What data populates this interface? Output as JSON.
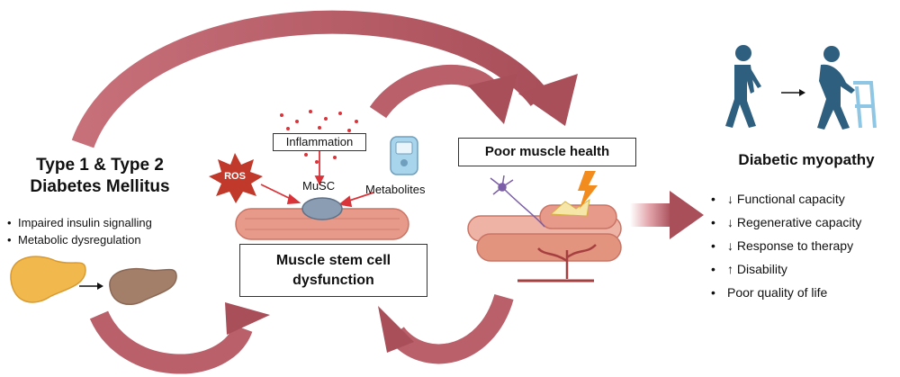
{
  "left": {
    "title_line1": "Type 1 & Type 2",
    "title_line2": "Diabetes Mellitus",
    "bullets": [
      "Impaired insulin signalling",
      "Metabolic dysregulation"
    ]
  },
  "center": {
    "inflammation": "Inflammation",
    "ros": "ROS",
    "musc": "MuSC",
    "metabolites": "Metabolites",
    "box_line1": "Muscle stem cell",
    "box_line2": "dysfunction"
  },
  "muscle": {
    "title": "Poor muscle health"
  },
  "right": {
    "title": "Diabetic myopathy",
    "bullets": [
      "↓ Functional capacity",
      "↓ Regenerative capacity",
      "↓ Response to therapy",
      "↑ Disability",
      "Poor quality of life"
    ]
  },
  "colors": {
    "arrow": "#b9606a",
    "person": "#2f5f7e",
    "walker": "#8fc6e4",
    "muscle": "#e89a8a",
    "ros": "#c0392b",
    "pancreas_healthy": "#f1b84d",
    "pancreas_diseased": "#a37f6a"
  }
}
